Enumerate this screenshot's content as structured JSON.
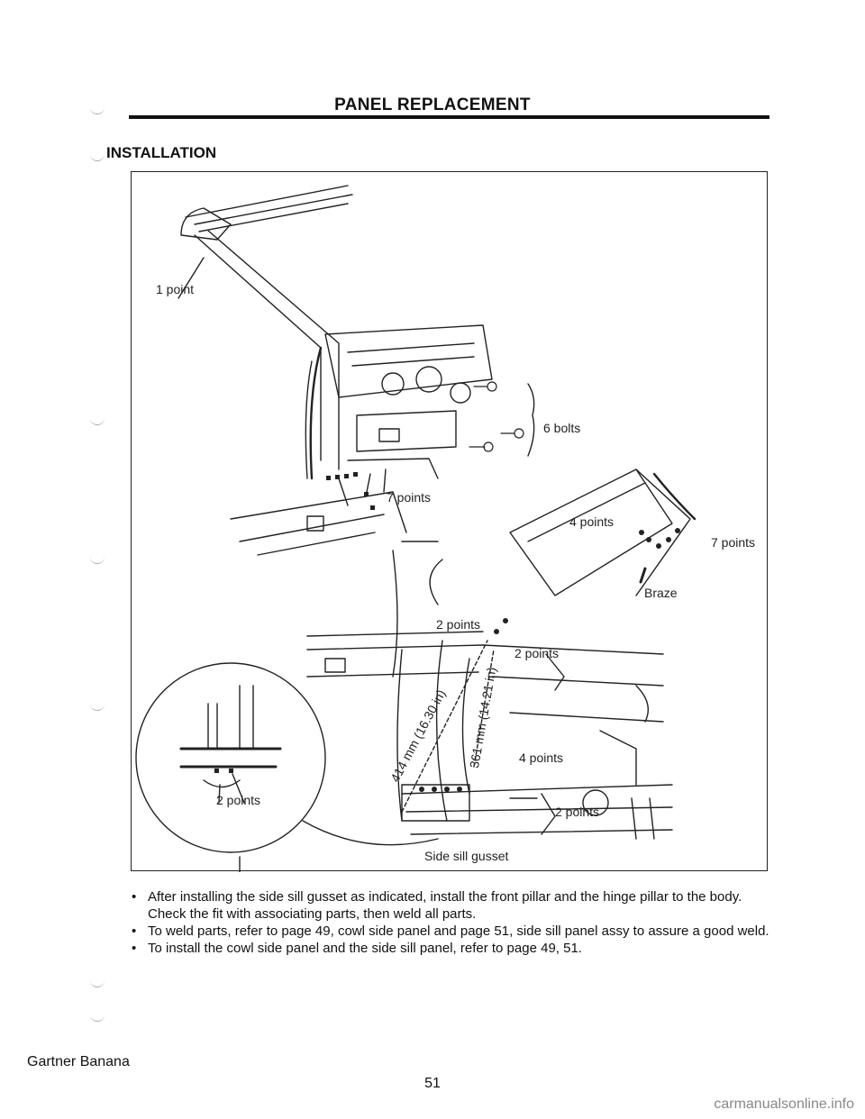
{
  "header": {
    "title": "PANEL REPLACEMENT"
  },
  "section": {
    "heading": "INSTALLATION"
  },
  "figure": {
    "labels": {
      "one_point": "1 point",
      "six_bolts": "6 bolts",
      "seven_points_a": "7 points",
      "four_points_a": "4 points",
      "seven_points_b": "7 points",
      "braze": "Braze",
      "two_points_a": "2 points",
      "two_points_b": "2 points",
      "dim_414": "414 mm (16.30 in)",
      "dim_361": "361 mm (14.21 in)",
      "four_points_b": "4 points",
      "two_points_c": "2 points",
      "two_points_d": "2 points",
      "side_sill_gusset": "Side sill gusset"
    }
  },
  "notes": [
    "After installing the side sill gusset as indicated, install the front pillar and the hinge pillar to the body. Check the fit with associating parts, then weld all parts.",
    "To weld parts, refer to page 49, cowl side panel and page 51, side sill panel assy to assure a good weld.",
    "To install the cowl side panel and the side sill panel, refer to page 49, 51."
  ],
  "footer": {
    "brand": "Gartner Banana",
    "page_number": "51"
  },
  "watermark": "carmanualsonline.info"
}
